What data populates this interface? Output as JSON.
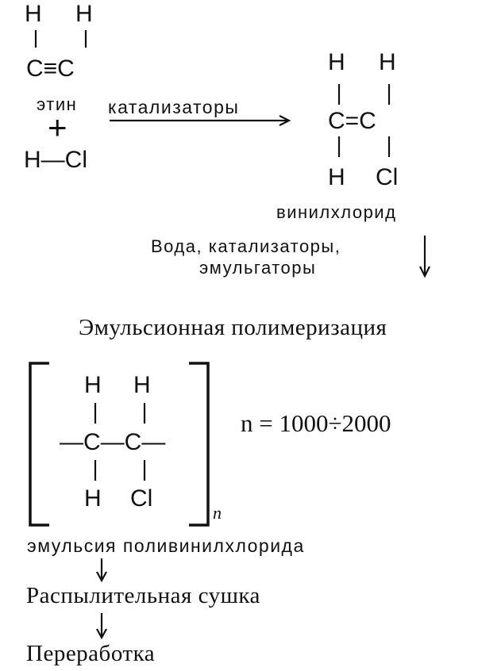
{
  "ethyne": {
    "h_left": "H",
    "h_right": "H",
    "triple_bond": "C≡C",
    "name": "этин",
    "plus": "+",
    "hcl": "H—Cl"
  },
  "reaction": {
    "arrow_label": "катализаторы"
  },
  "vinyl_chloride": {
    "h_top_left": "H",
    "h_top_right": "H",
    "double_bond": "C=C",
    "h_bottom": "H",
    "cl_bottom": "Cl",
    "name": "винилхлорид"
  },
  "conditions": {
    "line1": "Вода, катализаторы,",
    "line2": "эмульгаторы"
  },
  "process_title": "Эмульсионная полимеризация",
  "polymer": {
    "h_left": "H",
    "h_right": "H",
    "chain": "—C—C—",
    "h_bottom": "H",
    "cl_bottom": "Cl",
    "subscript": "n",
    "degree": "n = 1000÷2000"
  },
  "emulsion_label": "эмульсия поливинилхлорида",
  "step_drying": "Распылительная сушка",
  "step_processing": "Переработка"
}
